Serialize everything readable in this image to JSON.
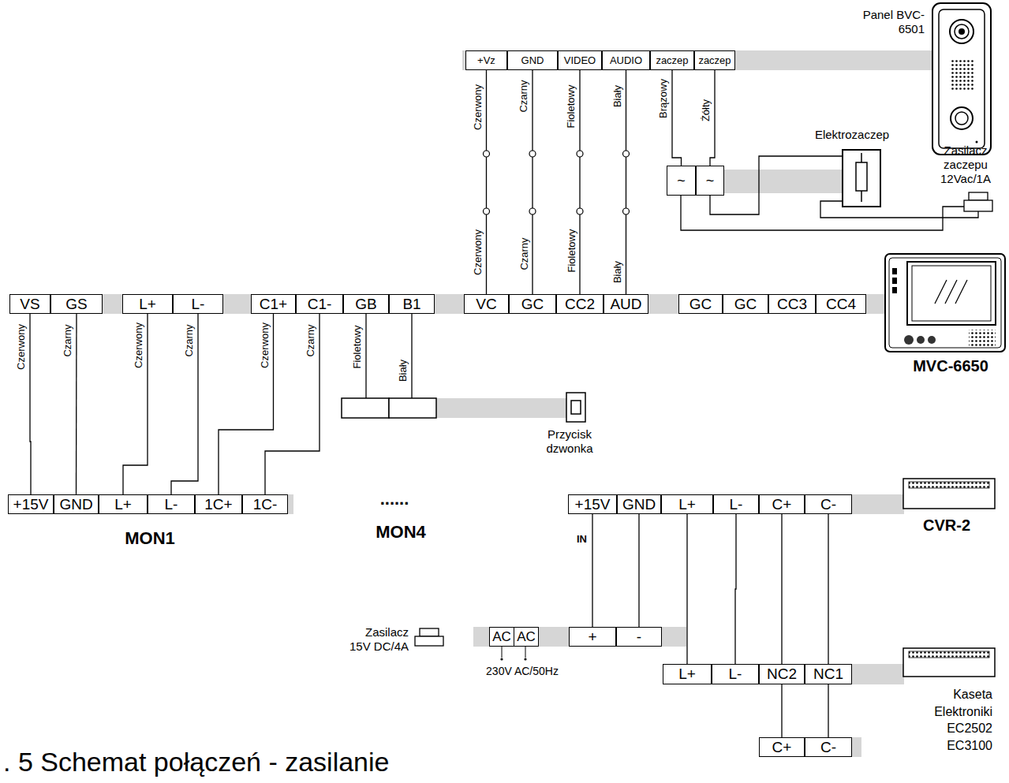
{
  "diagram": {
    "caption": ". 5 Schemat połączeń - zasilanie",
    "nodes": [
      {
        "text": [
          "+Vz"
        ]
      },
      {
        "text": [
          "GND"
        ]
      },
      {
        "text": [
          "VIDEO"
        ]
      },
      {
        "text": [
          "AUDIO"
        ]
      },
      {
        "text": [
          "zaczep"
        ]
      },
      {
        "text": [
          "zaczep"
        ]
      },
      {
        "text": [
          "~"
        ]
      },
      {
        "text": [
          "~"
        ]
      },
      {
        "text": [
          "VS"
        ]
      },
      {
        "text": [
          "GS"
        ]
      },
      {
        "text": [
          "L+"
        ]
      },
      {
        "text": [
          "L-"
        ]
      },
      {
        "text": [
          "C1+"
        ]
      },
      {
        "text": [
          "C1-"
        ]
      },
      {
        "text": [
          "GB"
        ]
      },
      {
        "text": [
          "B1"
        ]
      },
      {
        "text": [
          "VC"
        ]
      },
      {
        "text": [
          "GC"
        ]
      },
      {
        "text": [
          "CC2"
        ]
      },
      {
        "text": [
          "AUD"
        ]
      },
      {
        "text": [
          "GC"
        ]
      },
      {
        "text": [
          "GC"
        ]
      },
      {
        "text": [
          "CC3"
        ]
      },
      {
        "text": [
          "CC4"
        ]
      },
      {
        "text": [
          "+15V"
        ]
      },
      {
        "text": [
          "GND"
        ]
      },
      {
        "text": [
          "L+"
        ]
      },
      {
        "text": [
          "L-"
        ]
      },
      {
        "text": [
          "1C+"
        ]
      },
      {
        "text": [
          "1C-"
        ]
      },
      {
        "text": [
          "+15V"
        ]
      },
      {
        "text": [
          "GND"
        ]
      },
      {
        "text": [
          "L+"
        ]
      },
      {
        "text": [
          "L-"
        ]
      },
      {
        "text": [
          "C+"
        ]
      },
      {
        "text": [
          "C-"
        ]
      },
      {
        "text": [
          "AC"
        ]
      },
      {
        "text": [
          "AC"
        ]
      },
      {
        "text": [
          "+"
        ]
      },
      {
        "text": [
          "-"
        ]
      },
      {
        "text": [
          "L+"
        ]
      },
      {
        "text": [
          "L-"
        ]
      },
      {
        "text": [
          "NC2"
        ]
      },
      {
        "text": [
          "NC1"
        ]
      },
      {
        "text": [
          "C+"
        ]
      },
      {
        "text": [
          "C-"
        ]
      }
    ],
    "edges": [
      {
        "from": 0,
        "to": 16,
        "arrow": "none",
        "label": "Czerwony"
      },
      {
        "from": 1,
        "to": 17,
        "arrow": "none",
        "label": "Czarny"
      },
      {
        "from": 2,
        "to": 18,
        "arrow": "none",
        "label": "Fioletowy"
      },
      {
        "from": 3,
        "to": 19,
        "arrow": "none",
        "label": "Biały"
      },
      {
        "from": 4,
        "to": 6,
        "arrow": "none",
        "label": "Brązowy"
      },
      {
        "from": 5,
        "to": 7,
        "arrow": "none",
        "label": "Żółty"
      },
      {
        "from": 8,
        "to": 24,
        "arrow": "none",
        "label": "Czerwony"
      },
      {
        "from": 9,
        "to": 25,
        "arrow": "none",
        "label": "Czarny"
      },
      {
        "from": 10,
        "to": 26,
        "arrow": "none",
        "label": "Czerwony"
      },
      {
        "from": 11,
        "to": 27,
        "arrow": "none",
        "label": "Czarny"
      },
      {
        "from": 12,
        "to": 28,
        "arrow": "none",
        "label": "Czerwony"
      },
      {
        "from": 13,
        "to": 29,
        "arrow": "none",
        "label": "Czarny"
      },
      {
        "from": 30,
        "to": 38,
        "arrow": "none"
      },
      {
        "from": 31,
        "to": 39,
        "arrow": "none"
      },
      {
        "from": 32,
        "to": 40,
        "arrow": "none"
      },
      {
        "from": 33,
        "to": 41,
        "arrow": "none"
      },
      {
        "from": 34,
        "to": 42,
        "arrow": "none"
      },
      {
        "from": 35,
        "to": 43,
        "arrow": "none"
      },
      {
        "from": 42,
        "to": 44,
        "arrow": "none"
      },
      {
        "from": 43,
        "to": 45,
        "arrow": "none"
      }
    ],
    "labels": [
      "Czerwony",
      "Czarny",
      "Fioletowy",
      "Biały",
      "Fioletowy",
      "Biały",
      "Panel BVC-6501",
      "Elektrozaczep",
      "Zasilacz zaczepu 12Vac/1A",
      "MVC-6650",
      "Przycisk dzwonka",
      "MON1",
      "......",
      "MON4",
      "CVR-2",
      "IN",
      "Zasilacz 15V DC/4A",
      "230V AC/50Hz",
      "Kaseta Elektroniki EC2502 EC3100"
    ]
  }
}
